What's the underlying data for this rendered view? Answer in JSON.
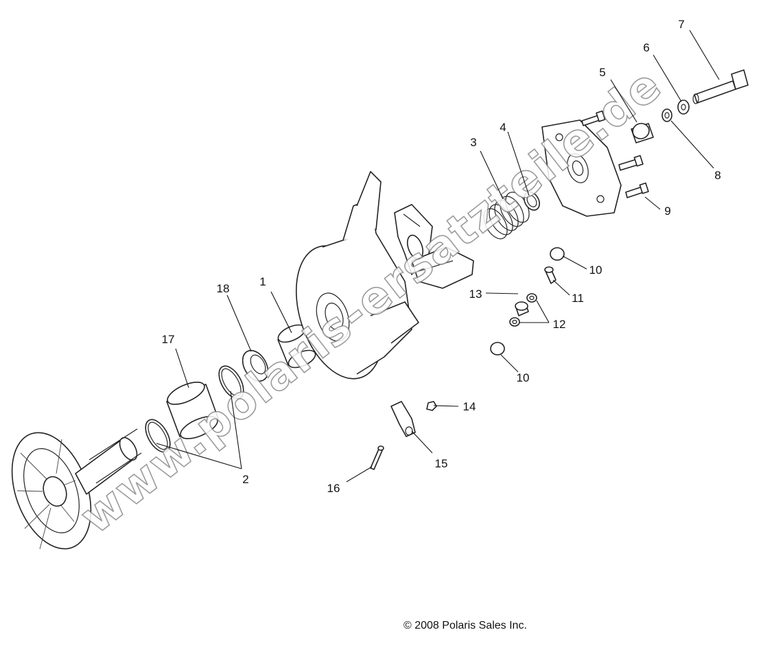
{
  "diagram": {
    "callouts": {
      "c1": "1",
      "c2": "2",
      "c3": "3",
      "c4": "4",
      "c5": "5",
      "c6": "6",
      "c7": "7",
      "c8": "8",
      "c9": "9",
      "c10a": "10",
      "c10b": "10",
      "c11": "11",
      "c12": "12",
      "c13": "13",
      "c14": "14",
      "c15": "15",
      "c16": "16",
      "c17": "17",
      "c18": "18"
    },
    "watermark": "www.polaris-ersatzteile.de",
    "copyright": "© 2008 Polaris Sales Inc."
  }
}
